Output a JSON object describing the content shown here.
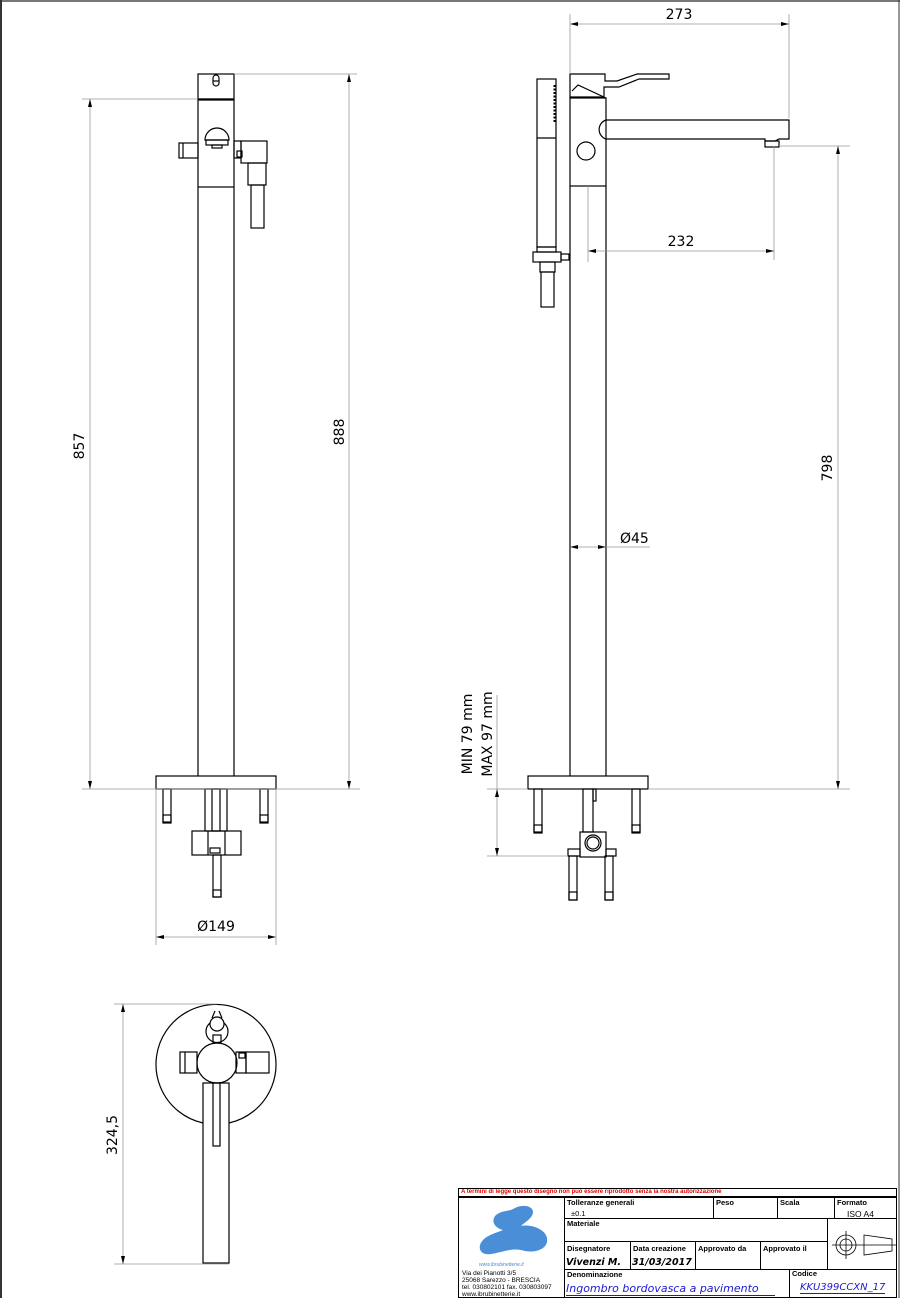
{
  "drawing": {
    "front_view": {
      "dimensions": {
        "height_total": "888",
        "height_body": "857",
        "base_diameter": "Ø149"
      }
    },
    "side_view": {
      "dimensions": {
        "spout_reach": "273",
        "spout_offset": "232",
        "spout_height": "798",
        "pipe_diameter": "Ø45",
        "install_depth_min": "MIN 79 mm",
        "install_depth_max": "MAX 97 mm"
      }
    },
    "top_view": {
      "dimensions": {
        "length": "324,5"
      }
    }
  },
  "title_block": {
    "warning": "A termini di legge questo disegno non può essere riprodotto senza la nostra autorizzazione",
    "company": {
      "website_logo": "www.ibrubinetterie.it",
      "address_line1": "Via dei Pianotti 3/5",
      "address_line2": "25068 Sarezzo - BRESCIA",
      "address_line3": "tel. 030802101 fax. 030803097",
      "address_line4": "www.ibrubinetterie.it",
      "logo_color": "#4a8ed8"
    },
    "tolleranze_label": "Tolleranze generali",
    "tolleranze_value": "±0.1",
    "peso_label": "Peso",
    "peso_value": "",
    "scala_label": "Scala",
    "scala_value": "",
    "formato_label": "Formato",
    "formato_value": "ISO A4",
    "materiale_label": "Materiale",
    "materiale_value": "",
    "disegnatore_label": "Disegnatore",
    "disegnatore_value": "Vivenzi M.",
    "data_label": "Data creazione",
    "data_value": "31/03/2017",
    "approvato_da_label": "Approvato da",
    "approvato_da_value": "",
    "approvato_il_label": "Approvato il",
    "approvato_il_value": "",
    "denominazione_label": "Denominazione",
    "denominazione_value": "Ingombro bordovasca a pavimento",
    "codice_label": "Codice",
    "codice_value": "KKU399CCXN_17",
    "warning_color": "#e00000",
    "link_color": "#1a1ad0"
  }
}
